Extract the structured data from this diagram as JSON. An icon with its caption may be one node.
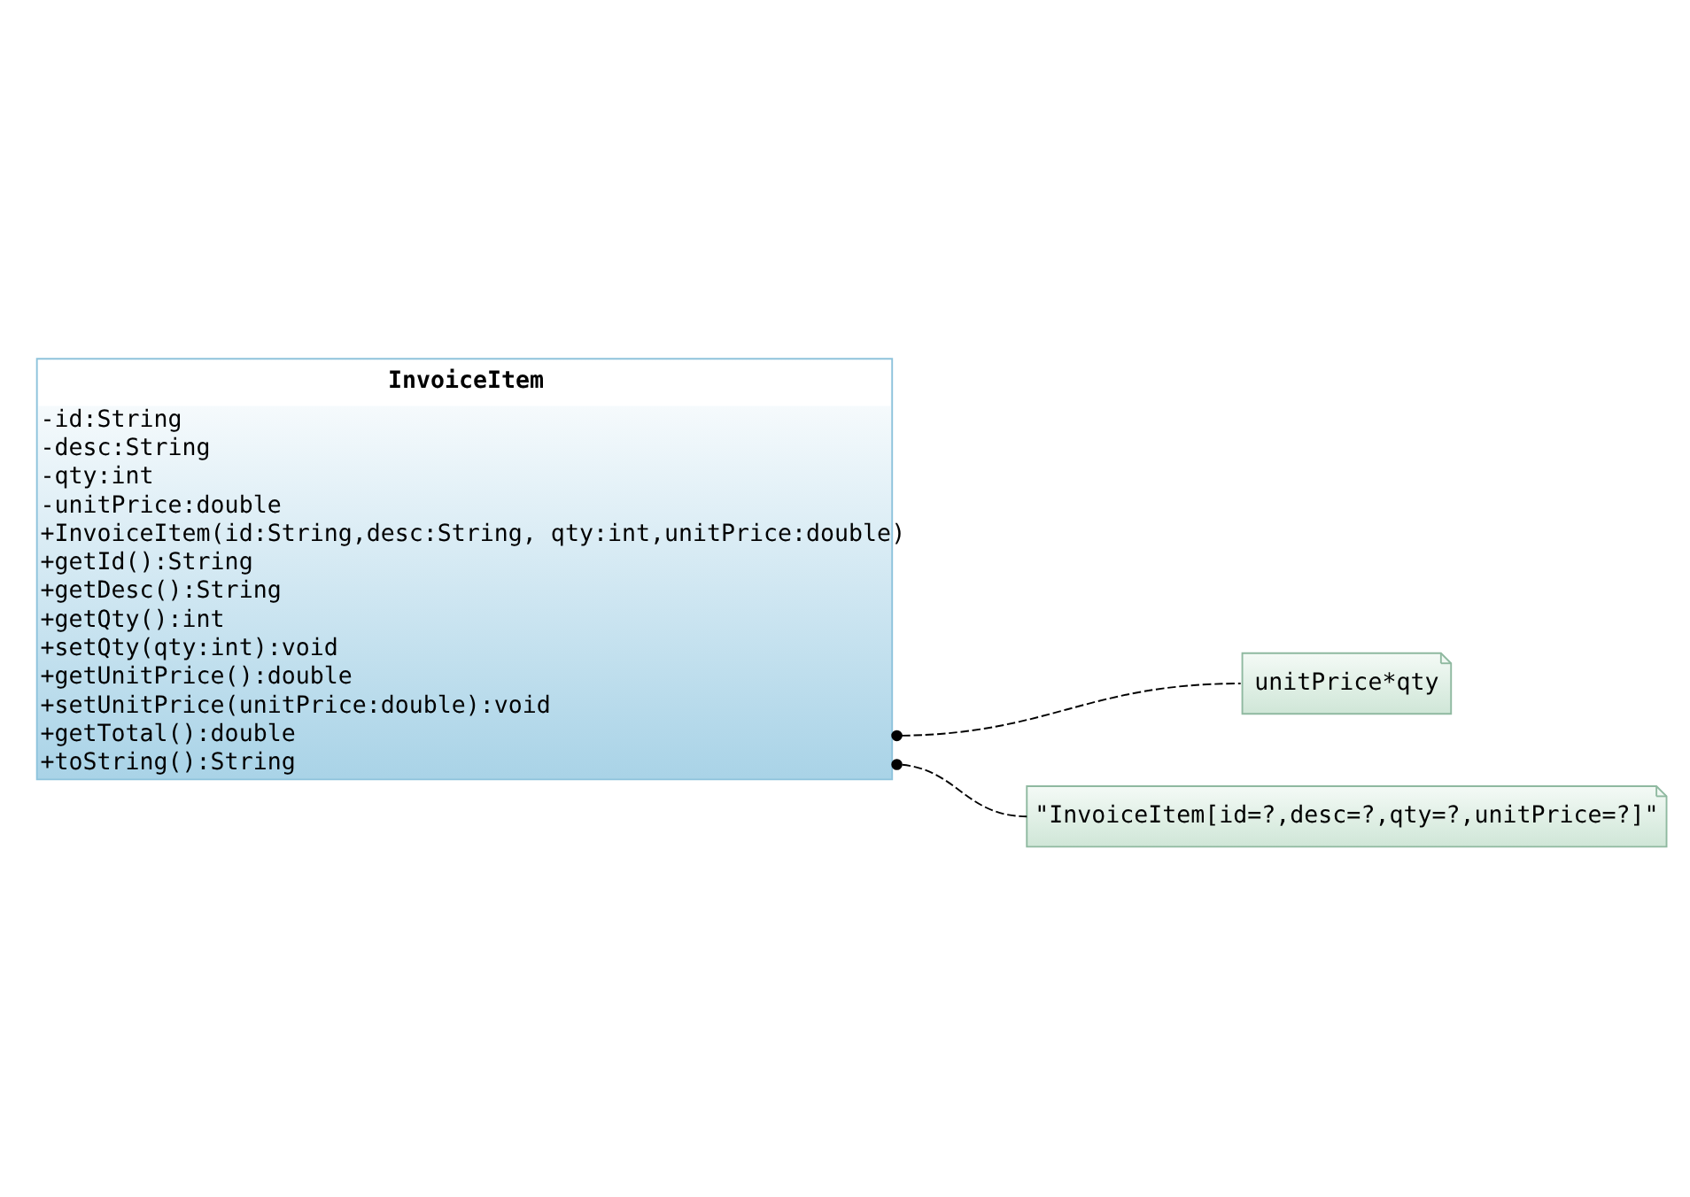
{
  "diagram": {
    "nodes": [
      {
        "text": [
          "InvoiceItem",
          "-id:String",
          "-desc:String",
          "-qty:int",
          "-unitPrice:double",
          "+InvoiceItem(id:String,desc:String, qty:int,unitPrice:double)",
          "+getId():String",
          "+getDesc():String",
          "+getQty():int",
          "+setQty(qty:int):void",
          "+getUnitPrice():double",
          "+setUnitPrice(unitPrice:double):void",
          "+getTotal():double",
          "+toString():String"
        ]
      },
      {
        "text": [
          "unitPrice*qty"
        ]
      },
      {
        "text": [
          "\"InvoiceItem[id=?,desc=?,qty=?,unitPrice=?]\""
        ]
      }
    ],
    "edges": [
      {
        "from": 1,
        "to": 0,
        "arrow": "other",
        "style": "dashed"
      },
      {
        "from": 2,
        "to": 0,
        "arrow": "other",
        "style": "dashed"
      }
    ]
  }
}
